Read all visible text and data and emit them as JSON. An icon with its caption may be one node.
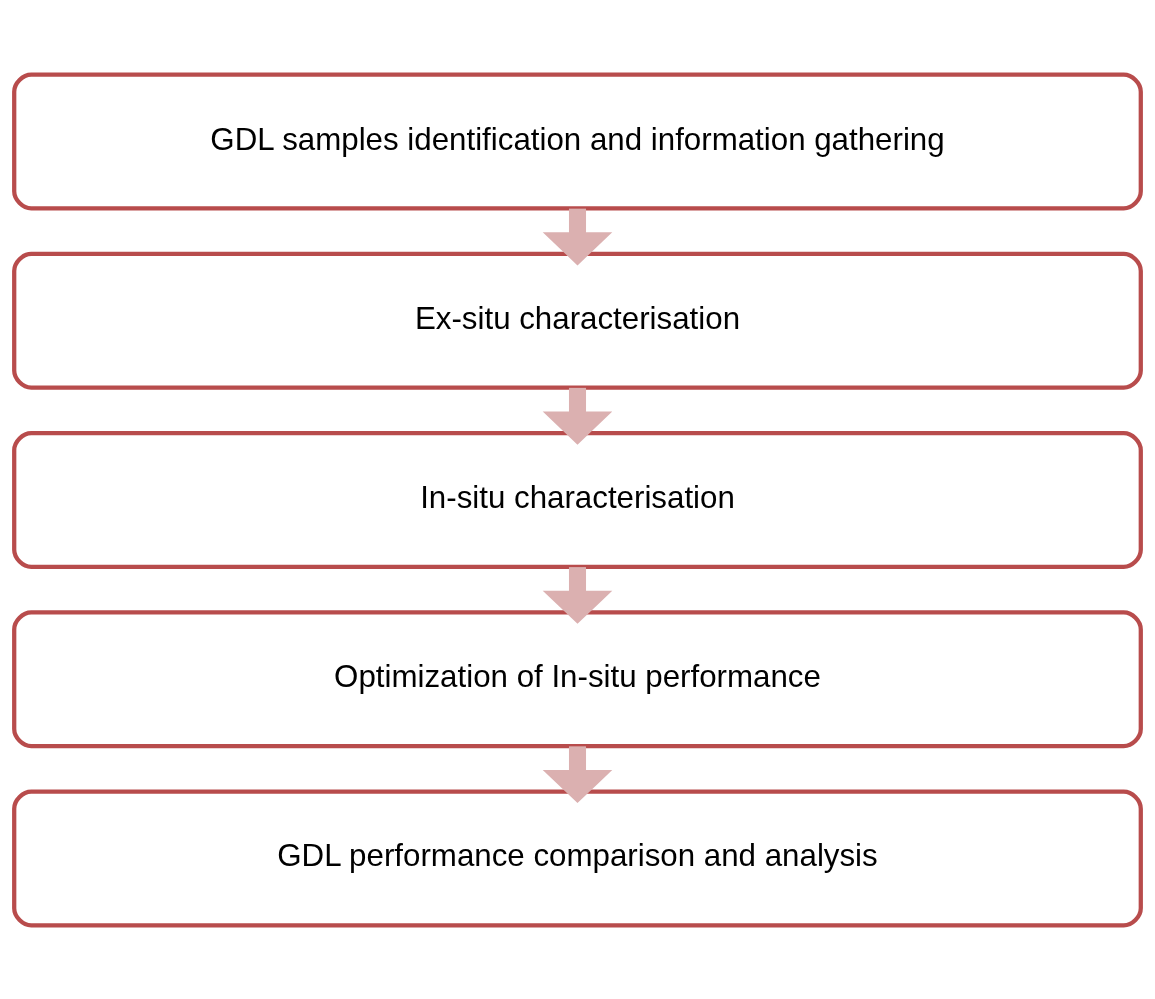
{
  "diagram": {
    "nodes": [
      {
        "text": [
          "GDL samples identification and information gathering"
        ]
      },
      {
        "text": [
          "Ex-situ characterisation"
        ]
      },
      {
        "text": [
          "In-situ characterisation"
        ]
      },
      {
        "text": [
          "Optimization of In-situ performance"
        ]
      },
      {
        "text": [
          "GDL performance comparison and analysis"
        ]
      }
    ],
    "edges": [
      {
        "from": 0,
        "to": 1,
        "arrow": "to"
      },
      {
        "from": 1,
        "to": 2,
        "arrow": "to"
      },
      {
        "from": 2,
        "to": 3,
        "arrow": "to"
      },
      {
        "from": 3,
        "to": 4,
        "arrow": "to"
      }
    ]
  }
}
